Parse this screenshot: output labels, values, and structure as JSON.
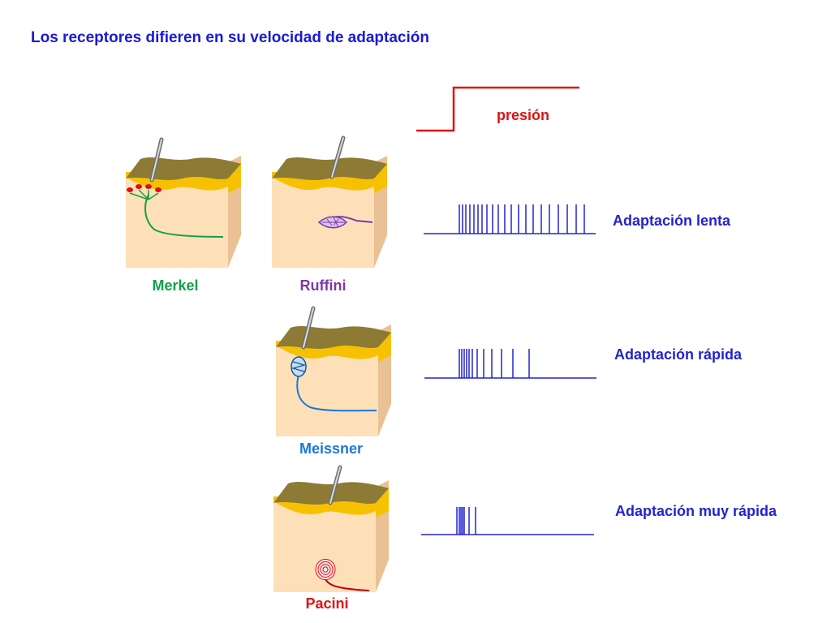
{
  "title": "Los receptores difieren en su velocidad de adaptación",
  "stimulus": {
    "label": "presión",
    "color": "#e01010"
  },
  "receptors": [
    {
      "id": "merkel",
      "name": "Merkel",
      "color": "#12a04a",
      "row": 0
    },
    {
      "id": "ruffini",
      "name": "Ruffini",
      "color": "#7b3aa8",
      "row": 0
    },
    {
      "id": "meissner",
      "name": "Meissner",
      "color": "#1a78d8",
      "row": 1
    },
    {
      "id": "pacini",
      "name": "Pacini",
      "color": "#e01010",
      "row": 2
    }
  ],
  "spike_trains": [
    {
      "label": "Adaptación lenta",
      "color": "#2323d0",
      "spike_count": 18
    },
    {
      "label": "Adaptación rápida",
      "color": "#2323d0",
      "spike_count": 11
    },
    {
      "label": "Adaptación muy rápida",
      "color": "#2323d0",
      "spike_count": 6
    }
  ],
  "colors": {
    "skin_top": "#8c7a35",
    "fat_layer": "#f6c100",
    "dermis": "#fde0b8",
    "dermis_side": "#e9c195",
    "electrode": "#9a9a9a",
    "title": "#1a1ad6"
  }
}
